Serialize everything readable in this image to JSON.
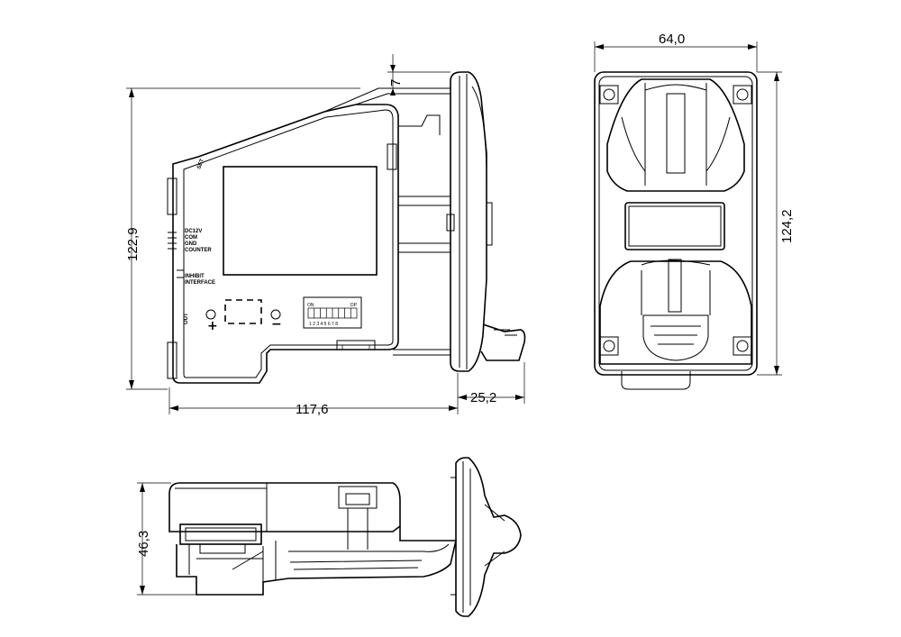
{
  "drawing": {
    "dimensions": {
      "side_height": "122,9",
      "side_width": "117,6",
      "bezel_depth": "25,2",
      "top_offset": "7",
      "front_width": "64,0",
      "front_height": "124,2",
      "bottom_height": "46,3"
    },
    "labels": {
      "set": "SET",
      "dc12v": "DC12V",
      "com": "COM",
      "gnd": "GND",
      "counter": "COUNTER",
      "inhibit": "INHIBIT",
      "interface": "INTERFACE",
      "out": "OUT",
      "dip_on": "ON",
      "dip_dp": "DP",
      "dip_numbers": "1 2 3 4 5 6 7 8",
      "plus": "+",
      "minus": "−"
    }
  }
}
